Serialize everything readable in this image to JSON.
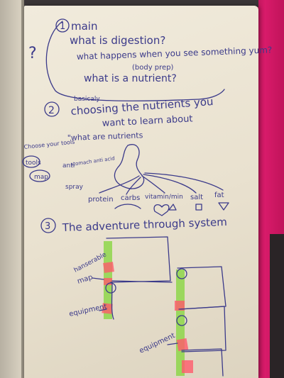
{
  "section1": {
    "marker": "?",
    "number": "1",
    "heading": "main",
    "q1": "what is digestion?",
    "q2": "what happens when you see something yum?",
    "q2_note": "(body prep)",
    "q3": "what is a nutrient?"
  },
  "section2": {
    "number": "2",
    "note": "basicaly",
    "line1": "choosing the nutrients you",
    "line2": "want to learn about",
    "subtitle": "\"what are nutrients",
    "tools_label": "Choose your tools",
    "tools_1": "tools",
    "tools_2": "map",
    "anti": "anti",
    "anti_side": "stomach anti acid",
    "anti_spray": "spray",
    "nutrients": [
      "protein",
      "carbs",
      "vitamin/min",
      "salt",
      "fat"
    ]
  },
  "section3": {
    "number": "3",
    "title": "The adventure through system",
    "label_map_a": "hanserable",
    "label_map_b": "map",
    "label_equip_1": "equipment",
    "label_equip_2": "equipment"
  },
  "colors": {
    "ink": "#3b3a8a",
    "paper": "#ece5d4",
    "highlighter_green": "#8ed64a",
    "highlighter_pink": "#ff5a6b",
    "cover": "#d81b6a"
  }
}
